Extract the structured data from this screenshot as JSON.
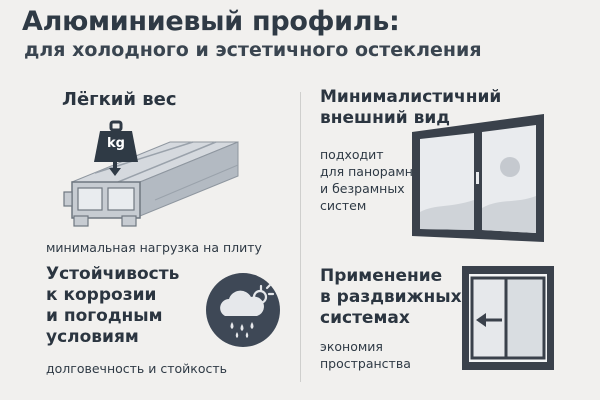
{
  "header": {
    "title": "Алюминиевый профиль:",
    "subtitle": "для холодного и эстетичного остекления"
  },
  "sections": {
    "light": {
      "title": "Лёгкий вес",
      "weight_label": "kg",
      "caption": "минимальная нагрузка на плиту"
    },
    "minimal": {
      "title_lines": [
        "Минималистичний",
        "внешний вид"
      ],
      "caption_lines": [
        "подходит",
        "для панорамных",
        "и безрамных",
        "систем"
      ]
    },
    "corrosion": {
      "title_lines": [
        "Устойчивость",
        "к коррозии",
        "и погодным",
        "условиям"
      ],
      "caption": "долговечность и стойкость"
    },
    "sliding": {
      "title_lines": [
        "Применение",
        "в раздвижных",
        "системах"
      ],
      "caption_lines": [
        "экономия",
        "пространства"
      ]
    }
  },
  "icons": [
    "weight-icon",
    "aluminum-profile-icon",
    "panoramic-window-icon",
    "weather-icon",
    "sliding-window-icon"
  ],
  "colors": {
    "background": "#f1f0ee",
    "text": "#2f3a45",
    "frame": "#3a414b",
    "badge": "#3e4856"
  }
}
